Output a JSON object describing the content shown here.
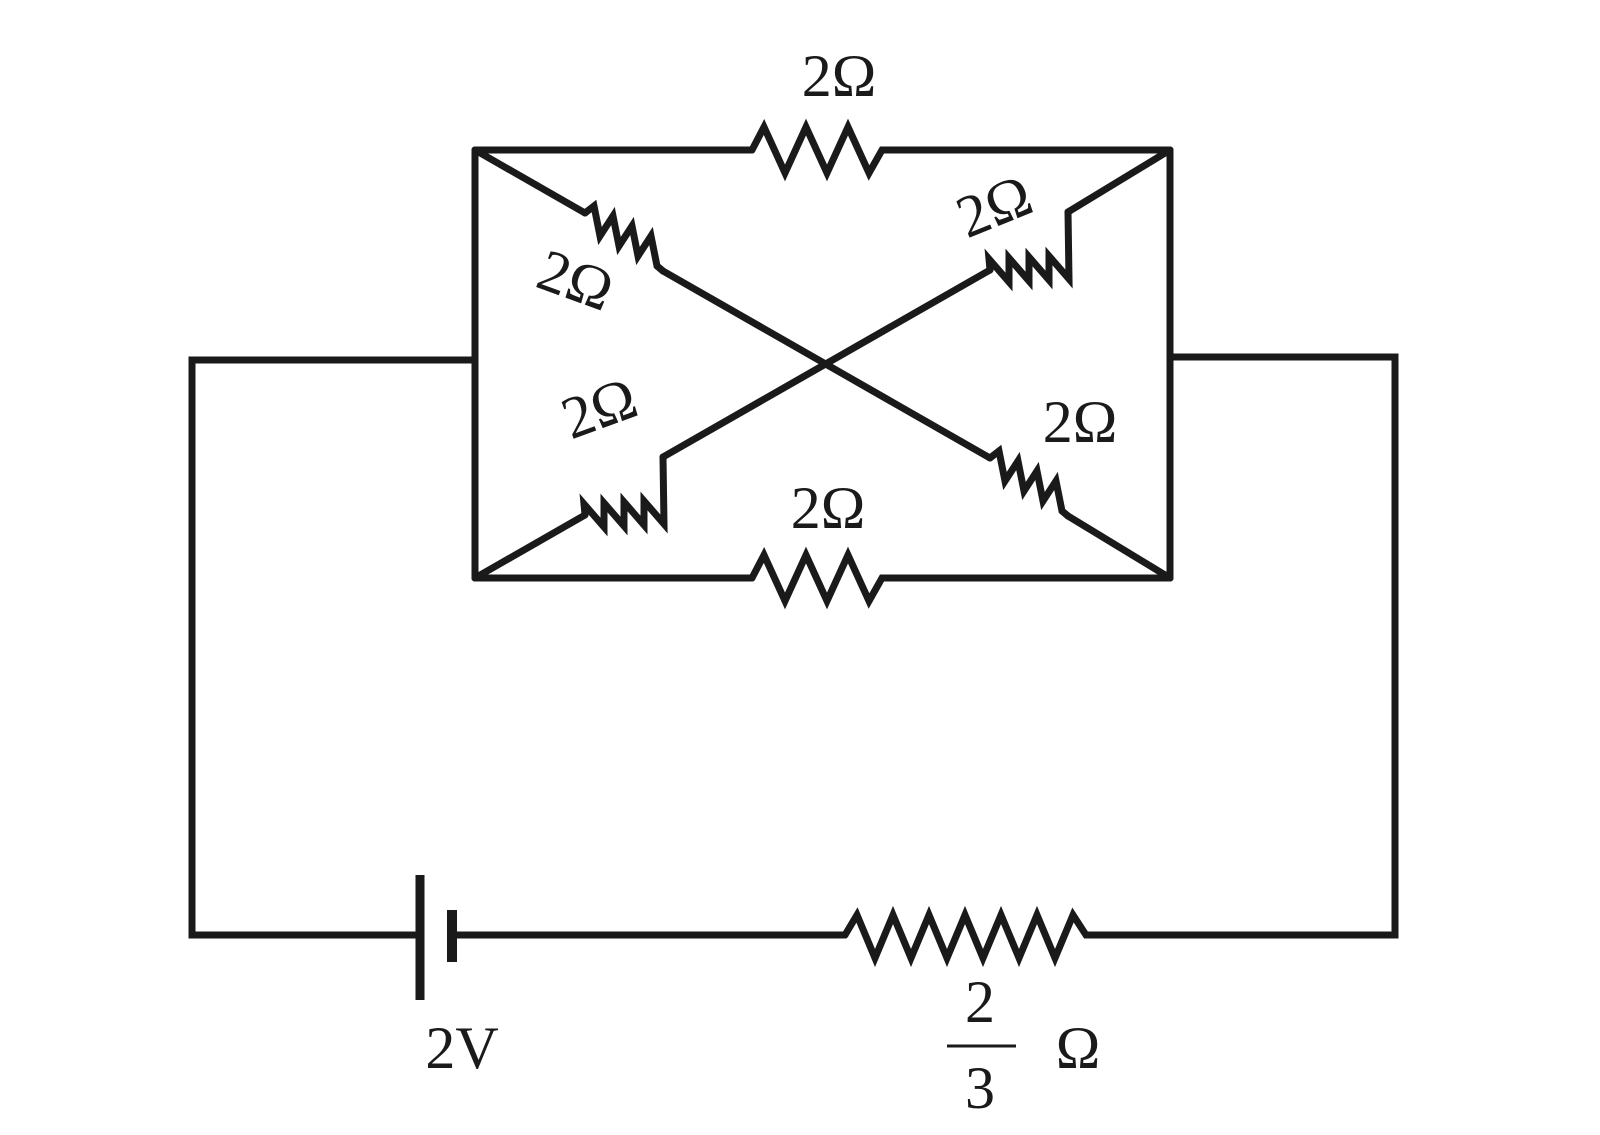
{
  "diagram": {
    "type": "circuit",
    "stroke_color": "#1a1a1a",
    "background": "#ffffff",
    "resistors": [
      {
        "id": "top",
        "label": "2Ω"
      },
      {
        "id": "diag-top-left",
        "label": "2Ω"
      },
      {
        "id": "diag-top-right",
        "label": "2Ω"
      },
      {
        "id": "diag-bot-left",
        "label": "2Ω"
      },
      {
        "id": "diag-bot-right",
        "label": "2Ω"
      },
      {
        "id": "bottom",
        "label": "2Ω"
      }
    ],
    "battery": {
      "label": "2V"
    },
    "external_resistor": {
      "numerator": "2",
      "denominator": "3",
      "unit": "Ω"
    }
  }
}
